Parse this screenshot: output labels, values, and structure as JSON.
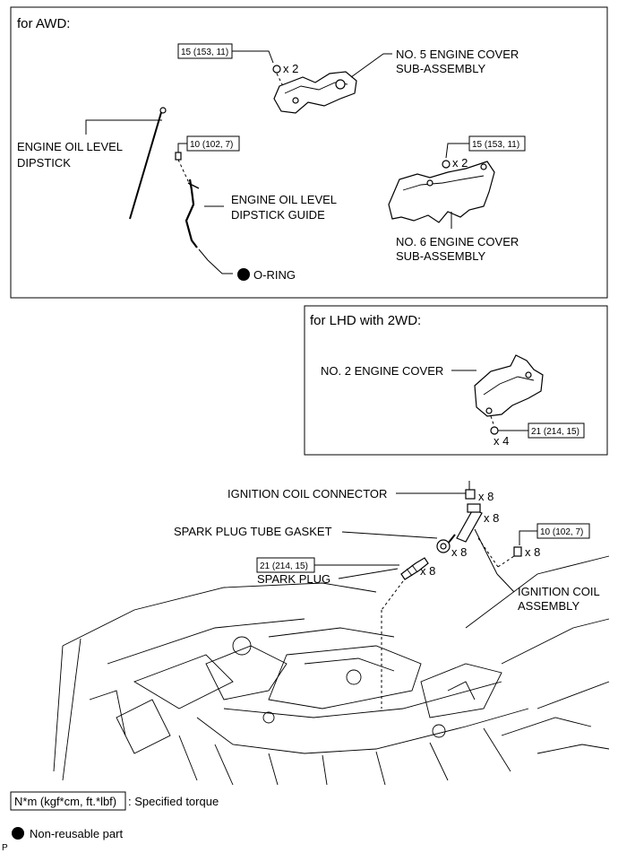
{
  "panel_awd": {
    "title": "for AWD:",
    "torque_cover5": "15 (153, 11)",
    "qty_cover5": "x 2",
    "label_cover5": [
      "NO. 5 ENGINE COVER",
      "SUB-ASSEMBLY"
    ],
    "label_dipstick": [
      "ENGINE OIL LEVEL",
      "DIPSTICK"
    ],
    "torque_guide": "10 (102, 7)",
    "label_guide": [
      "ENGINE OIL LEVEL",
      "DIPSTICK GUIDE"
    ],
    "torque_cover6": "15 (153, 11)",
    "qty_cover6": "x 2",
    "label_cover6": [
      "NO. 6 ENGINE COVER",
      "SUB-ASSEMBLY"
    ],
    "label_oring": "O-RING"
  },
  "panel_lhd": {
    "title": "for LHD with 2WD:",
    "label_cover2": "NO. 2 ENGINE COVER",
    "torque_cover2": "21 (214, 15)",
    "qty_cover2": "x 4"
  },
  "main": {
    "label_connector": "IGNITION COIL CONNECTOR",
    "qty_connector": "x 8",
    "qty_coil": "x 8",
    "label_gasket": "SPARK PLUG TUBE GASKET",
    "qty_gasket": "x 8",
    "torque_bolt": "10 (102, 7)",
    "qty_bolt": "x 8",
    "torque_plug": "21 (214, 15)",
    "label_plug": "SPARK PLUG",
    "qty_plug": "x 8",
    "label_coil": [
      "IGNITION COIL",
      "ASSEMBLY"
    ]
  },
  "legend": {
    "torque_box": "N*m (kgf*cm, ft.*lbf)",
    "torque_text": ": Specified torque",
    "nonreusable_text": "Non-reusable part"
  },
  "corner_mark": "P"
}
